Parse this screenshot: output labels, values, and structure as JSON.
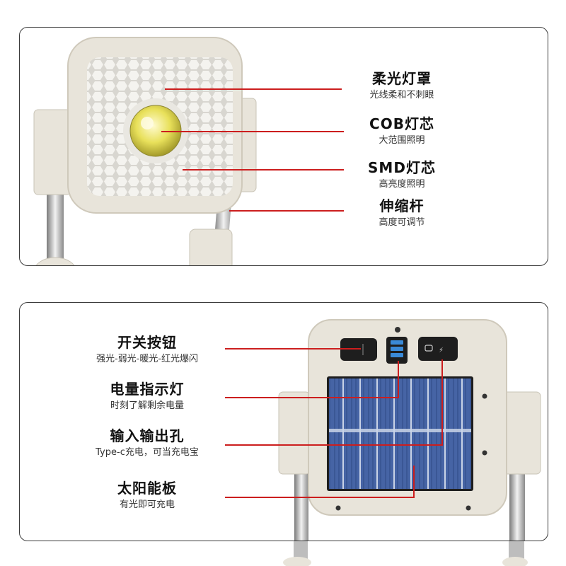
{
  "top_panel": {
    "features": [
      {
        "title": "柔光灯罩",
        "subtitle": "光线柔和不刺眼"
      },
      {
        "title": "COB灯芯",
        "subtitle": "大范围照明"
      },
      {
        "title": "SMD灯芯",
        "subtitle": "高亮度照明"
      },
      {
        "title": "伸缩杆",
        "subtitle": "高度可调节"
      }
    ]
  },
  "bottom_panel": {
    "features": [
      {
        "title": "开关按钮",
        "subtitle": "强光-弱光-暖光-红光爆闪"
      },
      {
        "title": "电量指示灯",
        "subtitle": "时刻了解剩余电量"
      },
      {
        "title": "输入输出孔",
        "subtitle": "Type-c充电，可当充电宝"
      },
      {
        "title": "太阳能板",
        "subtitle": "有光即可充电"
      }
    ]
  },
  "colors": {
    "leader_line": "#cc1e1e",
    "housing": "#e8e4da",
    "solar_cell": "#3c5a9c",
    "cob_led": "#e8e05a"
  }
}
